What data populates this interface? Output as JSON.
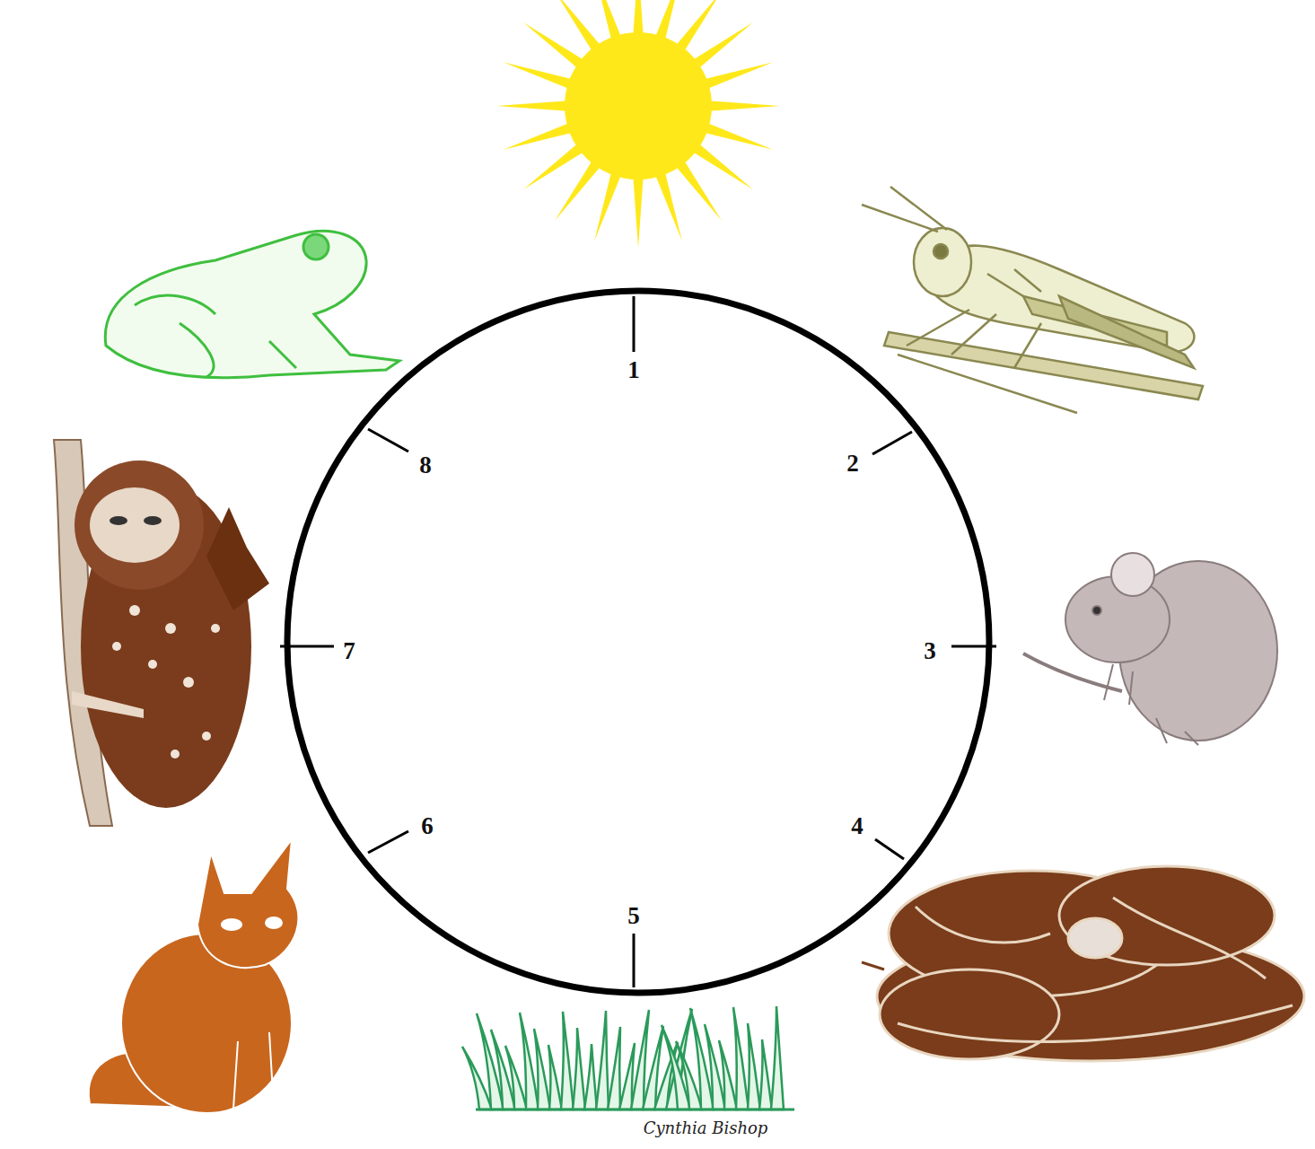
{
  "diagram": {
    "labels": [
      "1",
      "2",
      "3",
      "4",
      "5",
      "6",
      "7",
      "8",
      "Cynthia Bishop"
    ]
  }
}
